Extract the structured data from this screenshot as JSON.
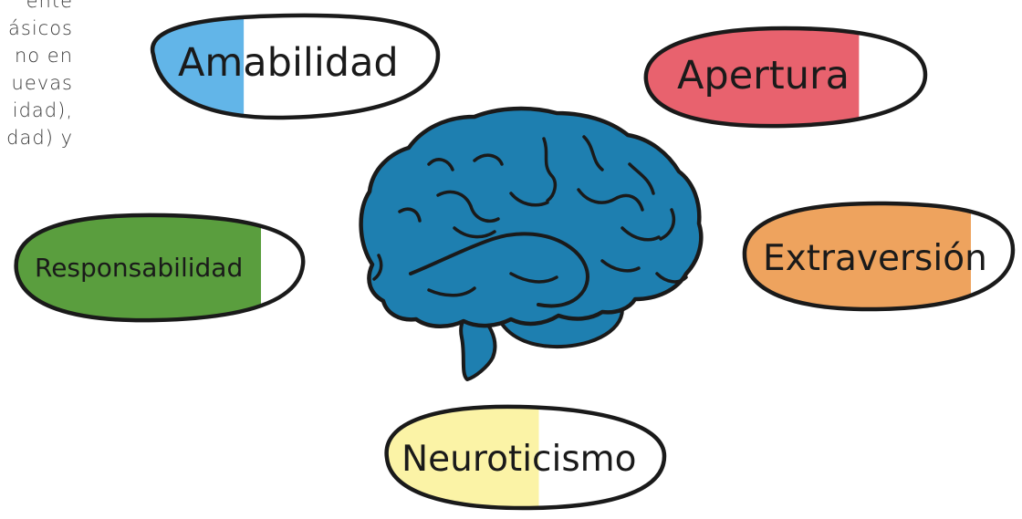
{
  "intro_lines": [
    "ente",
    "ásicos",
    "no en",
    "uevas",
    "idad),",
    "dad) y"
  ],
  "traits": {
    "amabilidad": {
      "label": "Amabilidad",
      "level": 0.32,
      "color": "#62b5e8"
    },
    "apertura": {
      "label": "Apertura",
      "level": 0.76,
      "color": "#e8626e"
    },
    "responsabilidad": {
      "label": "Responsabilidad",
      "level": 0.85,
      "color": "#5a9e3e"
    },
    "extraversion": {
      "label": "Extraversión",
      "level": 0.84,
      "color": "#eea35e"
    },
    "neuroticismo": {
      "label": "Neuroticismo",
      "level": 0.55,
      "color": "#fbf3a6"
    }
  },
  "colors": {
    "brain": "#1e7fb0",
    "outline": "#1a1a1a",
    "text": "#1a1a1a"
  }
}
